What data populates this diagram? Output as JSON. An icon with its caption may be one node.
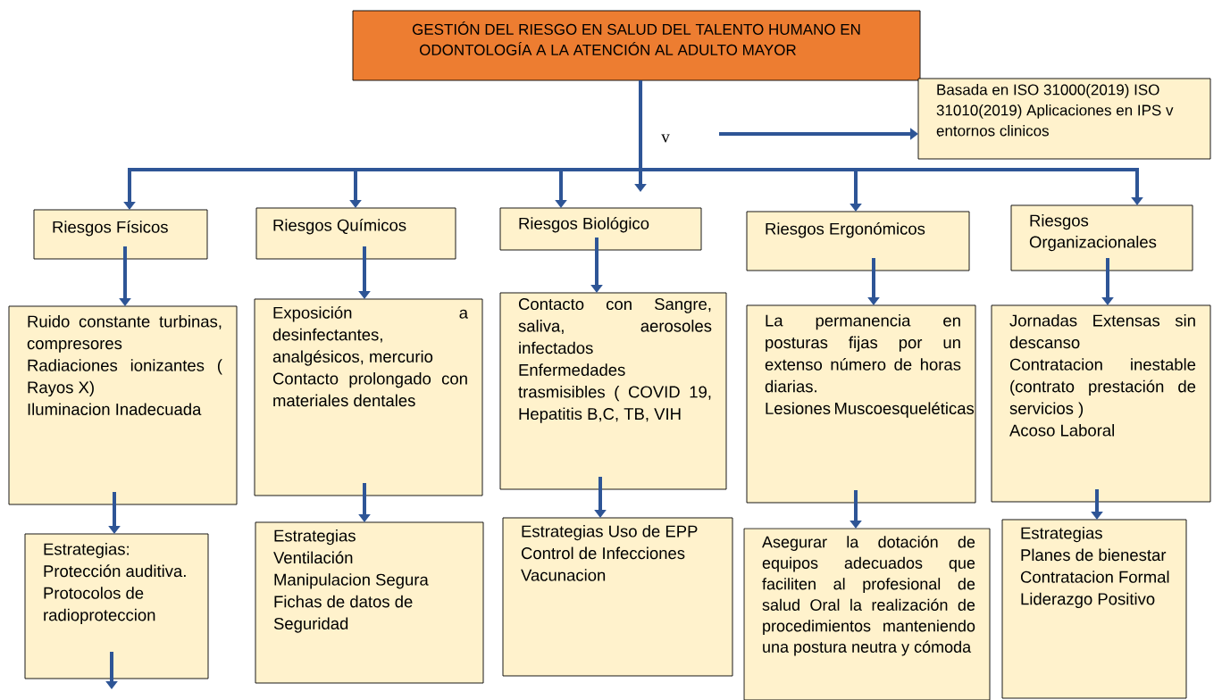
{
  "diagram": {
    "nodes": [
      {
        "text": [
          "GESTIÓN DEL RIESGO EN SALUD DEL TALENTO HUMANO EN ODONTOLOGÍA A LA ATENCIÓN AL ADULTO MAYOR"
        ]
      },
      {
        "text": [
          "Basada en ISO 31000(2019) ISO 31010(2019) Aplicaciones en IPS v entornos clinicos"
        ]
      },
      {
        "text": [
          "Riesgos Físicos"
        ]
      },
      {
        "text": [
          "Riesgos Químicos"
        ]
      },
      {
        "text": [
          "Riesgos Biológico"
        ]
      },
      {
        "text": [
          "Riesgos Ergonómicos"
        ]
      },
      {
        "text": [
          "Riesgos Organizacionales"
        ]
      },
      {
        "text": [
          "Ruido constante turbinas, compresores",
          "Radiaciones ionizantes ( Rayos X)",
          "Iluminacion Inadecuada"
        ]
      },
      {
        "text": [
          "Exposición a desinfectantes, analgésicos, mercurio",
          "Contacto prolongado con materiales dentales"
        ]
      },
      {
        "text": [
          "Contacto con Sangre, saliva, aerosoles infectados",
          "Enfermedades trasmisibles ( COVID 19, Hepatitis B,C, TB, VIH"
        ]
      },
      {
        "text": [
          "La permanencia en posturas fijas por un extenso número de horas diarias.",
          "Lesiones Muscoesqueléticas"
        ]
      },
      {
        "text": [
          "Jornadas Extensas sin descanso",
          "Contratacion inestable (contrato prestación de servicios )",
          "Acoso Laboral"
        ]
      },
      {
        "text": [
          "Estrategias:",
          "Protección auditiva.",
          "Protocolos de radioproteccion"
        ]
      },
      {
        "text": [
          "Estrategias",
          "Ventilación",
          "Manipulacion Segura",
          "Fichas de datos de Seguridad"
        ]
      },
      {
        "text": [
          "Estrategias Uso de EPP",
          "Control de Infecciones",
          "Vacunacion"
        ]
      },
      {
        "text": [
          "Asegurar la dotación de equipos adecuados que faciliten al profesional de salud Oral la realización de procedimientos manteniendo una postura neutra y cómoda"
        ]
      },
      {
        "text": [
          "Estrategias",
          "Planes de bienestar",
          "Contratacion Formal",
          "Liderazgo Positivo"
        ]
      }
    ],
    "edges": [
      {
        "from": null,
        "to": 1,
        "arrow": "to"
      },
      {
        "from": 0,
        "to": 2,
        "arrow": "to"
      },
      {
        "from": 0,
        "to": 3,
        "arrow": "to"
      },
      {
        "from": 0,
        "to": 4,
        "arrow": "to"
      },
      {
        "from": 0,
        "to": 5,
        "arrow": "to"
      },
      {
        "from": 0,
        "to": 6,
        "arrow": "to"
      },
      {
        "from": 2,
        "to": 7,
        "arrow": "to"
      },
      {
        "from": 3,
        "to": 8,
        "arrow": "to"
      },
      {
        "from": 4,
        "to": 9,
        "arrow": "to"
      },
      {
        "from": 5,
        "to": 10,
        "arrow": "to"
      },
      {
        "from": 6,
        "to": 11,
        "arrow": "to"
      },
      {
        "from": 7,
        "to": 12,
        "arrow": "to"
      },
      {
        "from": 8,
        "to": 13,
        "arrow": "to"
      },
      {
        "from": 9,
        "to": 14,
        "arrow": "to"
      },
      {
        "from": 10,
        "to": 15,
        "arrow": "to"
      },
      {
        "from": 11,
        "to": 16,
        "arrow": "to"
      },
      {
        "from": 12,
        "to": null,
        "arrow": "to"
      }
    ],
    "labels": [
      "v"
    ]
  }
}
